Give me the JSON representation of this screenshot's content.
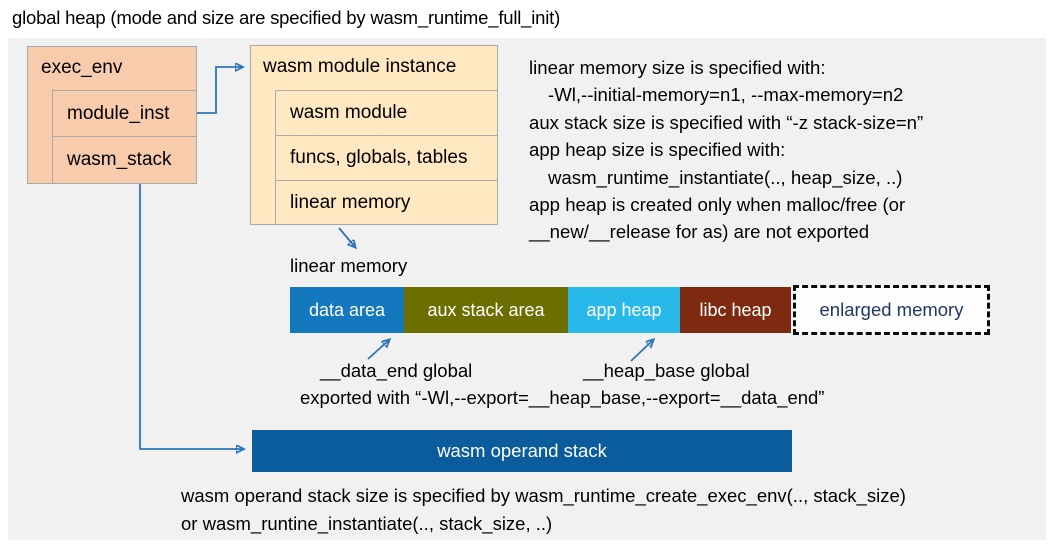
{
  "title": "global heap (mode and size are specified by wasm_runtime_full_init)",
  "exec_env": {
    "header": "exec_env",
    "rows": [
      "module_inst",
      "wasm_stack"
    ]
  },
  "instance": {
    "header": "wasm module instance",
    "rows": [
      "wasm module",
      "funcs, globals, tables",
      "linear memory"
    ]
  },
  "notes": {
    "lines": [
      "linear memory size is specified with:",
      "-Wl,--initial-memory=n1, --max-memory=n2",
      "aux stack size is specified with “-z stack-size=n”",
      "app heap size is specified with:",
      "wasm_runtime_instantiate(.., heap_size, ..)",
      "app heap is created only when malloc/free (or",
      "__new/__release for as) are not exported"
    ]
  },
  "linear_memory": {
    "label": "linear memory",
    "segments": [
      {
        "label": "data area",
        "color": "#1478be",
        "text_color": "#ffffff"
      },
      {
        "label": "aux stack area",
        "color": "#6c6e00",
        "text_color": "#ffffff"
      },
      {
        "label": "app heap",
        "color": "#29b8ea",
        "text_color": "#ffffff"
      },
      {
        "label": "libc heap",
        "color": "#7d2a10",
        "text_color": "#ffffff"
      },
      {
        "label": "enlarged memory",
        "color": "#fdfdfd",
        "text_color": "#1f3864"
      }
    ]
  },
  "annotations": {
    "data_end": "__data_end global",
    "heap_base": "__heap_base global",
    "export_line": "exported with “-Wl,--export=__heap_base,--export=__data_end”"
  },
  "operand_stack": {
    "label": "wasm operand stack",
    "color": "#0a5c9d"
  },
  "footer": {
    "lines": [
      "wasm operand stack size is specified by wasm_runtime_create_exec_env(.., stack_size)",
      "or wasm_runtine_instantiate(.., stack_size, ..)"
    ]
  },
  "colors": {
    "panel_bg": "#f1f1f2",
    "exec_box": "#f8cbad",
    "instance_box": "#ffe8c2",
    "arrow": "#2e75b6"
  }
}
